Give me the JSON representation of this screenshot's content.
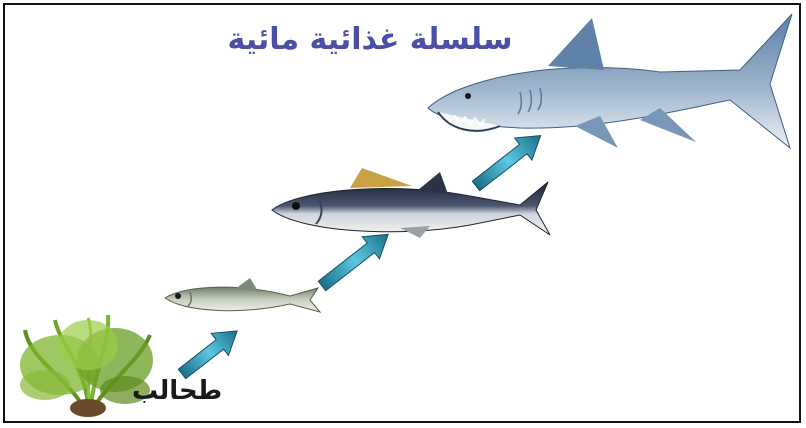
{
  "diagram": {
    "title": "سلسلة غذائية مائية",
    "organisms": [
      {
        "name": "algae",
        "label": "طحالب"
      },
      {
        "name": "sardine",
        "label": ""
      },
      {
        "name": "tuna",
        "label": ""
      },
      {
        "name": "shark",
        "label": ""
      }
    ],
    "arrow_color": "#2aa3c4",
    "title_color": "#4b4fa6"
  }
}
